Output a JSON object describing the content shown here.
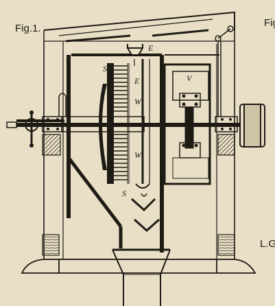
{
  "figure": {
    "title": "Fig.1.",
    "title_next": "Fig",
    "scale_label": "L.G",
    "colors": {
      "paper": "#e8dfc6",
      "ink": "#1e1a14",
      "hatch": "#3a3328"
    }
  },
  "letters": {
    "E_top": "E",
    "S_upper": "S",
    "E_mid": "E",
    "W_upper": "W",
    "V": "V",
    "W_lower": "W",
    "S_lower": "S"
  }
}
